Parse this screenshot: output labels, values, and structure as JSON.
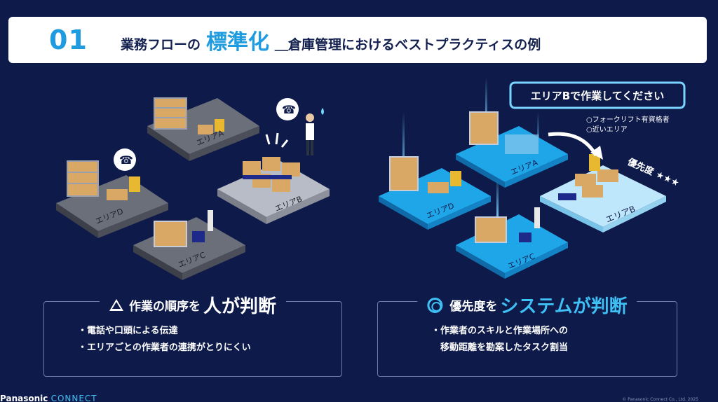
{
  "header": {
    "number": "01",
    "title_part1": "業務フローの",
    "title_emphasis": "標準化",
    "title_part2": "＿倉庫管理におけるベストプラクティスの例"
  },
  "left_scene": {
    "areas": [
      "エリアA",
      "エリアB",
      "エリアC",
      "エリアD"
    ]
  },
  "right_scene": {
    "instruction": "エリアBで作業してください",
    "criteria": [
      "○フォークリフト有資格者",
      "○近いエリア"
    ],
    "priority_label": "優先度",
    "priority_stars": "★★★",
    "areas": [
      "エリアA",
      "エリアB",
      "エリアC",
      "エリアD"
    ]
  },
  "left_panel": {
    "heading_small": "作業の順序を",
    "heading_big": "人が判断",
    "bullets": [
      "電話や口頭による伝達",
      "エリアごとの作業者の連携がとりにくい"
    ]
  },
  "right_panel": {
    "heading_small": "優先度を",
    "heading_big": "システムが判断",
    "bullets": [
      "作業者のスキルと作業場所への",
      "移動距離を勘案したタスク割当"
    ]
  },
  "footer": {
    "logo_part1": "Panasonic",
    "logo_part2": "CONNECT",
    "copyright": "© Panasonic Connect Co., Ltd. 2025"
  },
  "colors": {
    "background": "#0d1a4a",
    "accent": "#1f9be0",
    "cyan": "#3fc0f5"
  }
}
